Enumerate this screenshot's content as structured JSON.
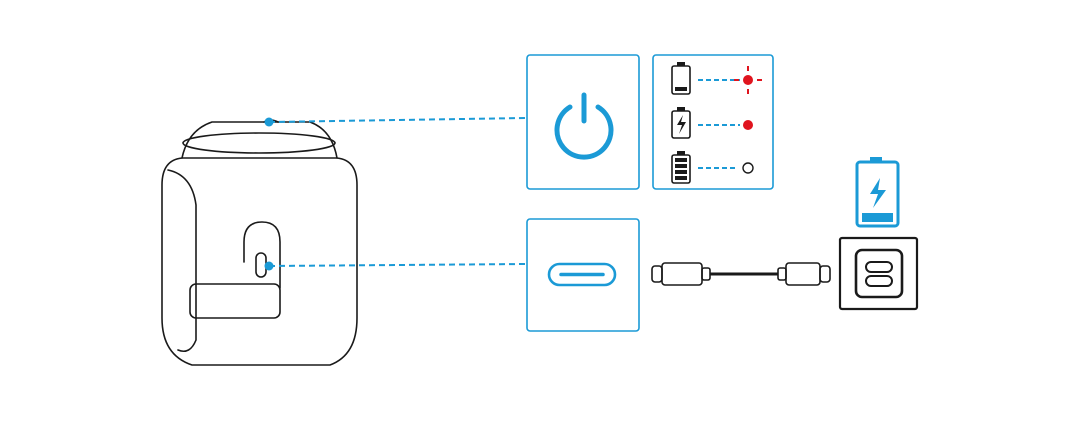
{
  "diagram": {
    "type": "speaker-charging-guide",
    "colors": {
      "outline": "#1a1a1a",
      "accent": "#1b9ad6",
      "red": "#e0141e",
      "background": "#ffffff"
    },
    "icons": {
      "speaker": "speaker-icon",
      "power": "power-icon",
      "usb_c": "usb-c-port-icon",
      "cable": "usb-c-cable-icon",
      "charger": "dual-usb-c-charger-icon",
      "charging": "charging-battery-icon"
    },
    "indicator_states": [
      {
        "battery": "low-battery-icon",
        "led": "red-flashing-led"
      },
      {
        "battery": "charging-battery-icon",
        "led": "red-solid-led"
      },
      {
        "battery": "full-battery-icon",
        "led": "led-off"
      }
    ]
  }
}
